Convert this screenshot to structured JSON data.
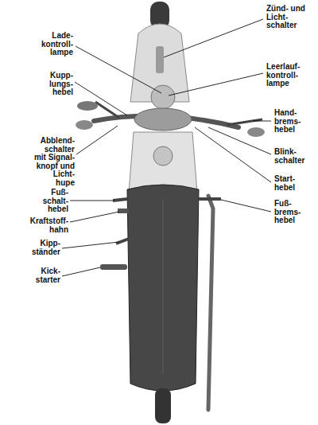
{
  "diagram": {
    "labels": [
      "Lade- kontroll- lampe",
      "Kupp- lungs- hebel",
      "Abblend- schalter mit Signal- knopf und Licht- hupe",
      "Fuß- schalt- hebel",
      "Kraftstoff- hahn",
      "Kipp- ständer",
      "Kick- starter",
      "Zünd- und Licht- schalter",
      "Leerlauf- kontroll- lampe",
      "Hand- brems- hebel",
      "Blink- schalter",
      "Start- hebel",
      "Fuß- brems- hebel"
    ]
  }
}
